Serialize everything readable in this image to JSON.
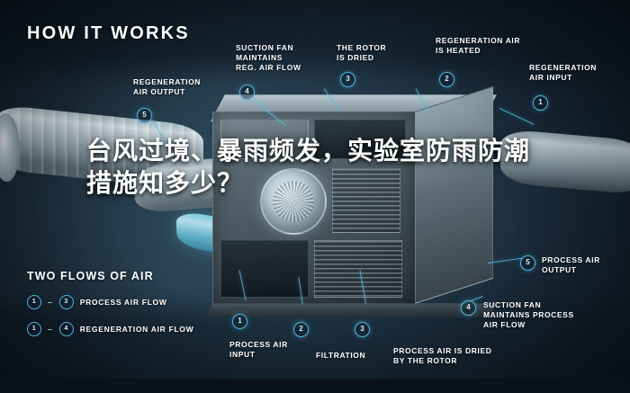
{
  "header": {
    "title": "HOW IT WORKS"
  },
  "overlay": {
    "headline": "台风过境、暴雨频发，实验室防雨防潮措施知多少？"
  },
  "legend": {
    "title": "TWO FLOWS OF AIR",
    "rows": [
      {
        "from": "1",
        "dash": "–",
        "to": "3",
        "label": "PROCESS AIR FLOW"
      },
      {
        "from": "1",
        "dash": "–",
        "to": "4",
        "label": "REGENERATION AIR FLOW"
      }
    ]
  },
  "callouts": {
    "top": [
      {
        "number": "5",
        "label": "REGENERATION\nAIR OUTPUT"
      },
      {
        "number": "4",
        "label": "SUCTION FAN\nMAINTAINS\nREG. AIR FLOW"
      },
      {
        "number": "3",
        "label": "THE ROTOR\nIS DRIED"
      },
      {
        "number": "2",
        "label": "REGENERATION AIR\nIS HEATED"
      },
      {
        "number": "1",
        "label": "REGENERATION\nAIR INPUT"
      }
    ],
    "bottom": [
      {
        "number": "1",
        "label": "PROCESS AIR\nINPUT"
      },
      {
        "number": "2",
        "label": "FILTRATION"
      },
      {
        "number": "3",
        "label": "PROCESS AIR IS DRIED\nBY THE ROTOR"
      },
      {
        "number": "4",
        "label": "SUCTION FAN\nMAINTAINS PROCESS\nAIR FLOW"
      },
      {
        "number": "5",
        "label": "PROCESS AIR\nOUTPUT"
      }
    ]
  },
  "colors": {
    "accent": "#4fb8e0",
    "background": "#1b2f3e",
    "text": "#ffffff"
  }
}
